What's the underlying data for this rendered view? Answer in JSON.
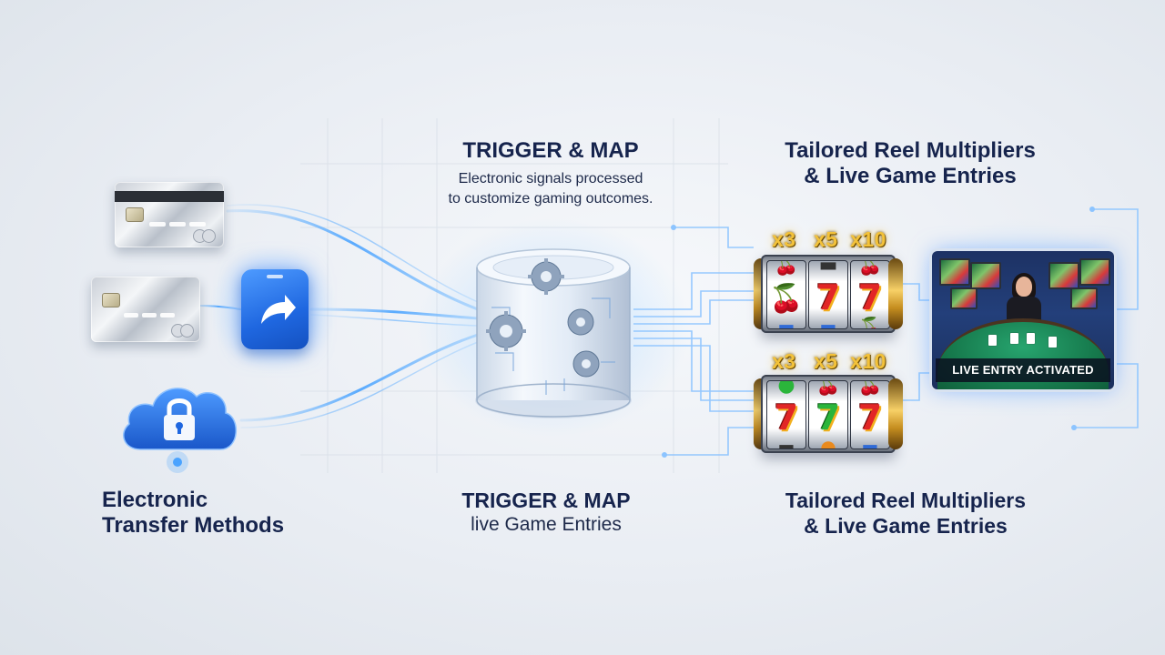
{
  "colors": {
    "navy_text": "#16244d",
    "accent_blue": "#2f7bff",
    "glow_blue": "#7fc0ff",
    "gold": "#f3c23a"
  },
  "sections": {
    "left": {
      "title_line1": "Electronic",
      "title_line2": "Transfer Methods",
      "icons": [
        "credit-card-icon",
        "credit-card-icon",
        "share-arrow-icon",
        "cloud-lock-icon"
      ]
    },
    "center_top": {
      "title": "TRIGGER & MAP",
      "subtitle_line1": "Electronic signals processed",
      "subtitle_line2": "to customize gaming outcomes."
    },
    "center_bottom": {
      "title": "TRIGGER & MAP",
      "subtitle": "live Game Entries"
    },
    "right_top": {
      "title_line1": "Tailored Reel Multipliers",
      "title_line2": "& Live Game Entries"
    },
    "right_bottom": {
      "title_line1": "Tailored Reel Multipliers",
      "title_line2": "& Live Game Entries"
    }
  },
  "reels": [
    {
      "multipliers": [
        "x3",
        "x5",
        "x10"
      ]
    },
    {
      "multipliers": [
        "x3",
        "x5",
        "x10"
      ]
    }
  ],
  "live_panel": {
    "badge": "LIVE ENTRY ACTIVATED"
  }
}
